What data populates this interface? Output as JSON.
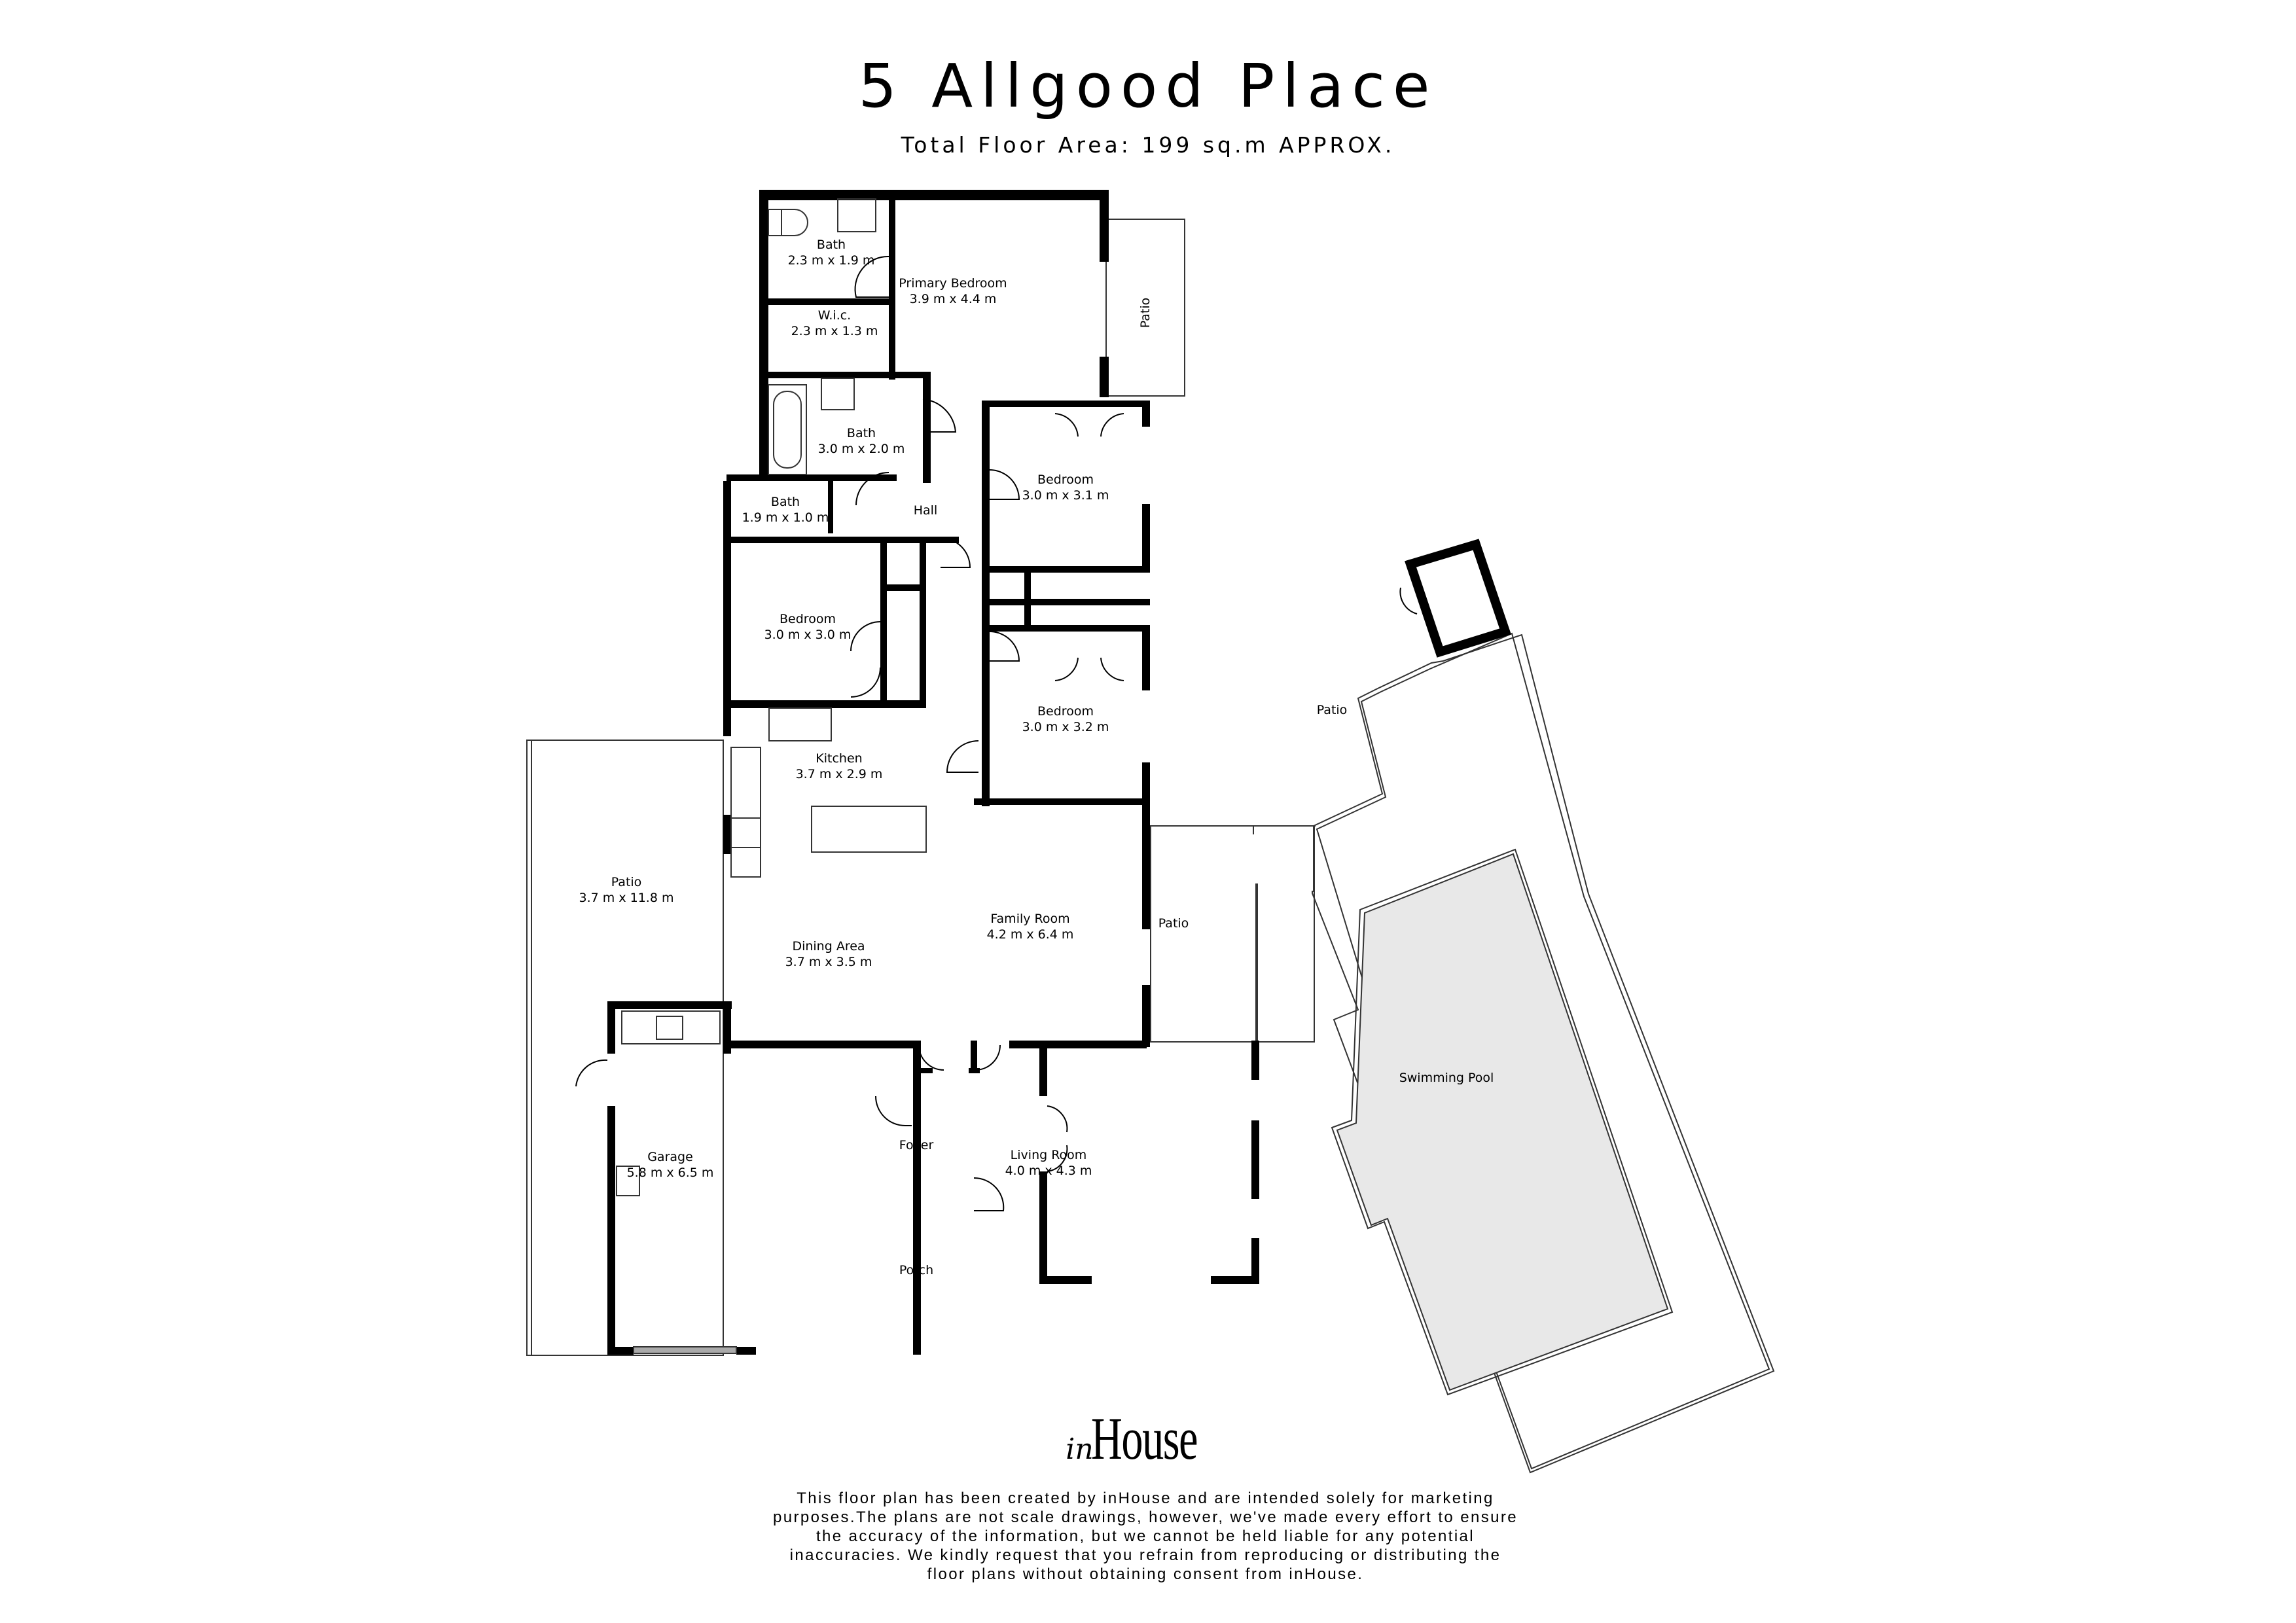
{
  "header": {
    "title": "5 Allgood Place",
    "subtitle": "Total Floor Area: 199 sq.m APPROX."
  },
  "rooms": {
    "bath_ensuite": {
      "name": "Bath",
      "dims": "2.3 m x 1.9 m"
    },
    "wic": {
      "name": "W.i.c.",
      "dims": "2.3 m x 1.3 m"
    },
    "primary_bedroom": {
      "name": "Primary Bedroom",
      "dims": "3.9 m x 4.4 m"
    },
    "patio_primary": {
      "name": "Patio"
    },
    "bath_main": {
      "name": "Bath",
      "dims": "3.0 m x 2.0 m"
    },
    "bath_small": {
      "name": "Bath",
      "dims": "1.9 m x 1.0 m"
    },
    "hall": {
      "name": "Hall"
    },
    "bedroom_ne": {
      "name": "Bedroom",
      "dims": "3.0 m x 3.1 m"
    },
    "bedroom_w": {
      "name": "Bedroom",
      "dims": "3.0 m x 3.0 m"
    },
    "bedroom_e": {
      "name": "Bedroom",
      "dims": "3.0 m x 3.2 m"
    },
    "kitchen": {
      "name": "Kitchen",
      "dims": "3.7 m x 2.9 m"
    },
    "patio_west": {
      "name": "Patio",
      "dims": "3.7 m x 11.8 m"
    },
    "family_room": {
      "name": "Family Room",
      "dims": "4.2 m x 6.4 m"
    },
    "dining_area": {
      "name": "Dining Area",
      "dims": "3.7 m x 3.5 m"
    },
    "patio_east": {
      "name": "Patio"
    },
    "patio_pool": {
      "name": "Patio"
    },
    "swimming_pool": {
      "name": "Swimming Pool"
    },
    "garage": {
      "name": "Garage",
      "dims": "5.8 m x 6.5 m"
    },
    "foyer": {
      "name": "Foyer"
    },
    "living_room": {
      "name": "Living Room",
      "dims": "4.0 m x 4.3 m"
    },
    "porch": {
      "name": "Porch"
    }
  },
  "footer": {
    "logo_script": "in",
    "logo_word": "House",
    "disclaimer_lines": [
      "This floor plan has been created by inHouse and are intended solely for marketing",
      "purposes.The plans are not scale drawings, however, we've made every effort to ensure",
      "the accuracy of the information, but we cannot be held liable for any potential",
      "inaccuracies. We kindly request that you refrain from reproducing or distributing the",
      "floor plans without obtaining consent from inHouse."
    ]
  },
  "colors": {
    "wall": "#000000",
    "background": "#ffffff",
    "pool_fill": "#e8e8e8",
    "outline": "#333333"
  }
}
